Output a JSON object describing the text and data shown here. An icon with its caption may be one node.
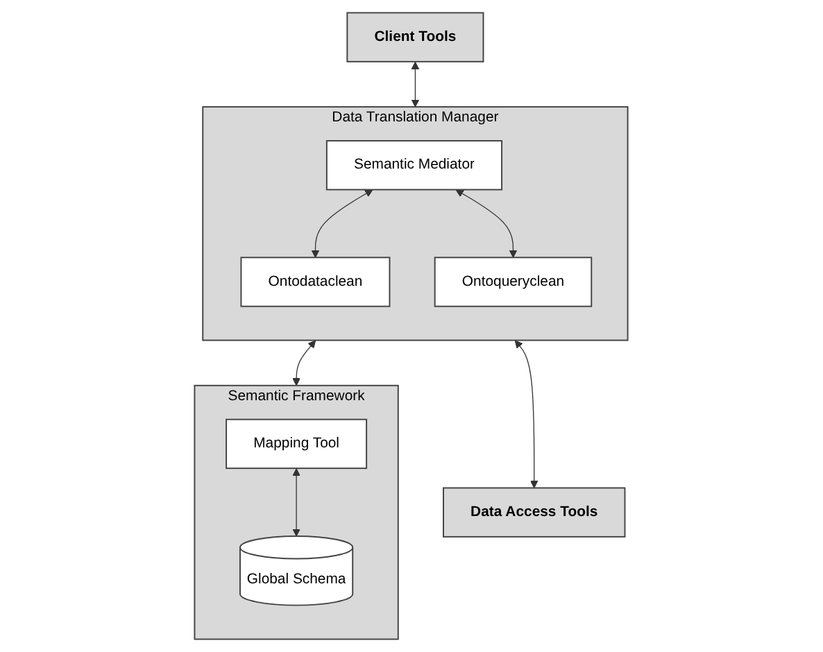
{
  "diagram": {
    "nodes": [
      {
        "text": [
          "Client Tools"
        ]
      },
      {
        "text": [
          "Data Translation Manager"
        ]
      },
      {
        "text": [
          "Semantic Mediator"
        ],
        "in": 1
      },
      {
        "text": [
          "Ontodataclean"
        ],
        "in": 1
      },
      {
        "text": [
          "Ontoqueryclean"
        ],
        "in": 1
      },
      {
        "text": [
          "Semantic Framework"
        ]
      },
      {
        "text": [
          "Mapping Tool"
        ],
        "in": 5
      },
      {
        "text": [
          "Global Schema"
        ],
        "in": 5
      },
      {
        "text": [
          "Data Access Tools"
        ]
      }
    ],
    "edges": [
      {
        "from": 0,
        "to": 1,
        "arrow": "both"
      },
      {
        "from": 2,
        "to": 3,
        "arrow": "both"
      },
      {
        "from": 2,
        "to": 4,
        "arrow": "both"
      },
      {
        "from": 1,
        "to": 5,
        "arrow": "both"
      },
      {
        "from": 6,
        "to": 7,
        "arrow": "both"
      },
      {
        "from": 1,
        "to": 8,
        "arrow": "both"
      }
    ]
  }
}
